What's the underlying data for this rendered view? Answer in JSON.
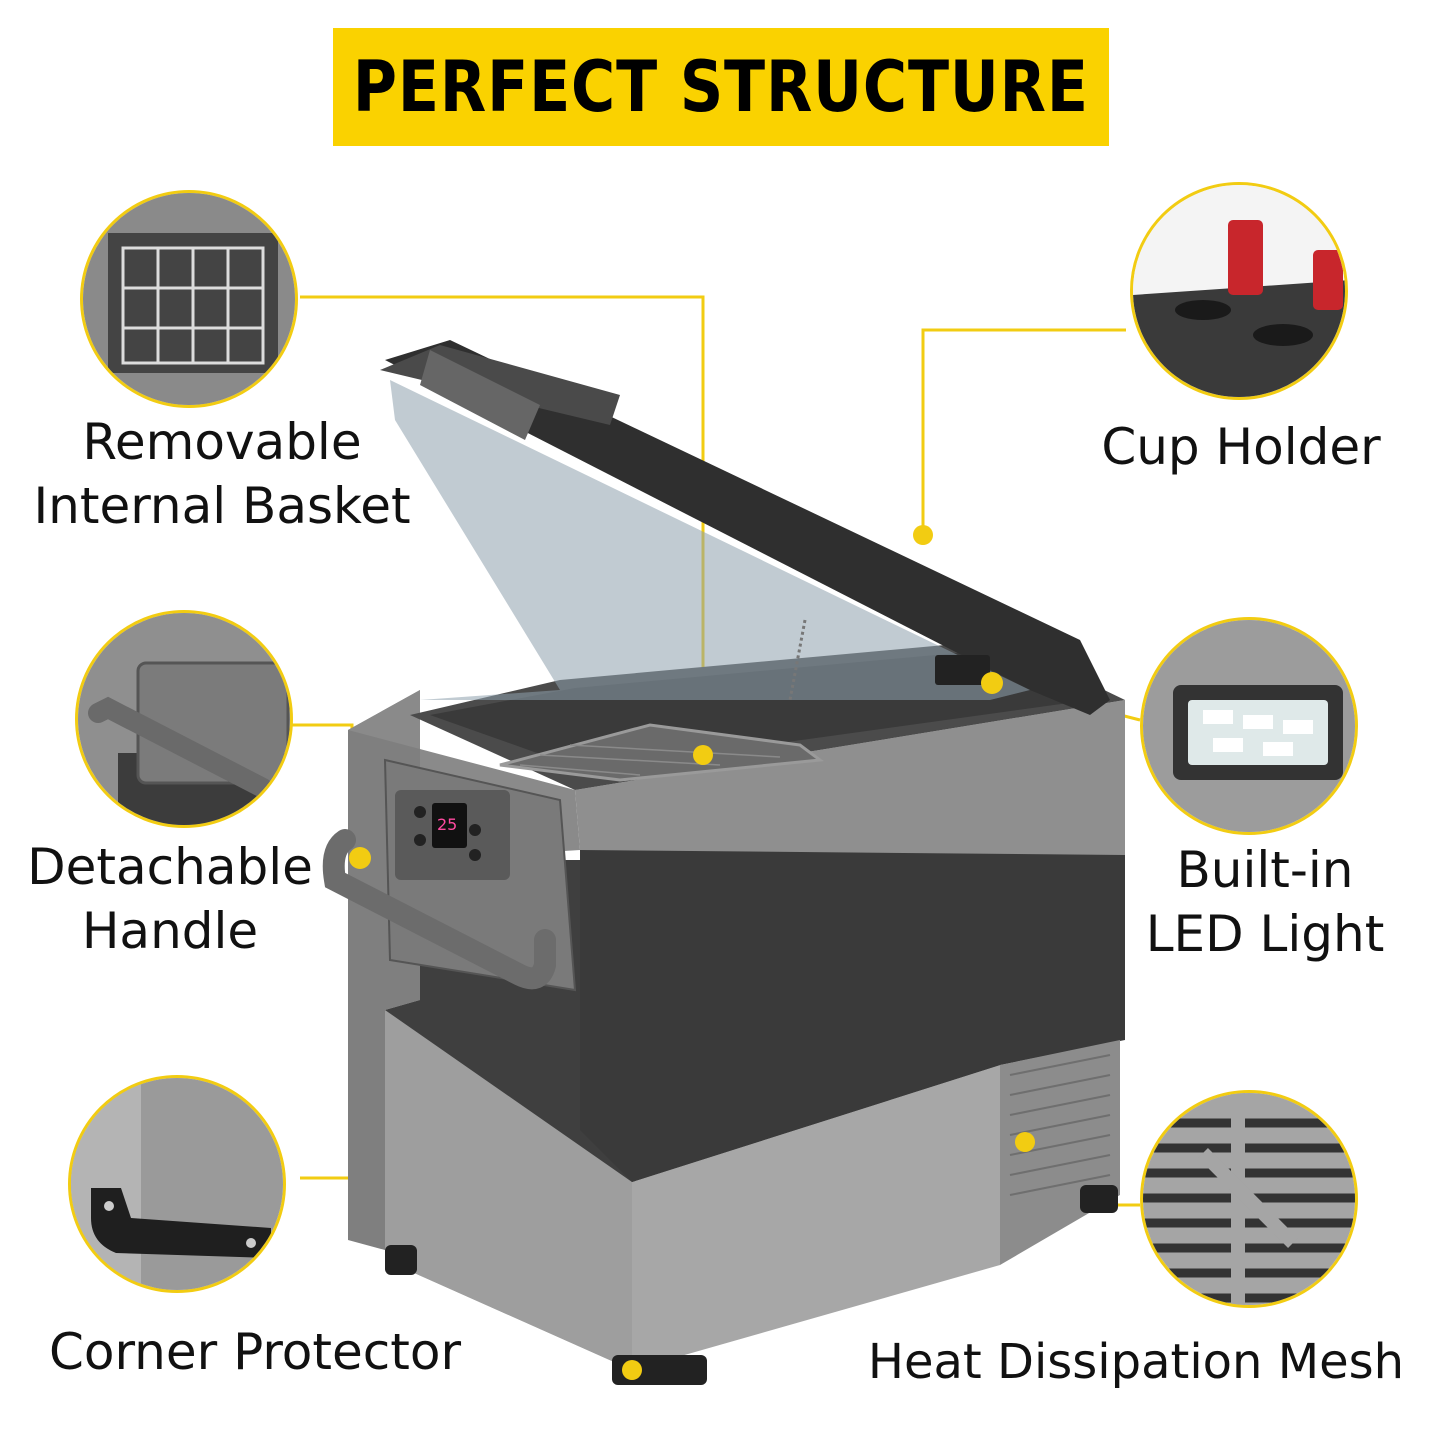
{
  "title": "PERFECT STRUCTURE",
  "colors": {
    "accent": "#fad200",
    "line": "#f2cc12",
    "body_light": "#909090",
    "body_dark": "#3b3b3b"
  },
  "callouts": {
    "basket": {
      "line1": "Removable",
      "line2": "Internal Basket"
    },
    "cup_holder": {
      "label": "Cup Holder"
    },
    "handle": {
      "line1": "Detachable",
      "line2": "Handle"
    },
    "led": {
      "line1": "Built-in",
      "line2": "LED Light"
    },
    "corner": {
      "label": "Corner Protector"
    },
    "mesh": {
      "label": "Heat Dissipation Mesh"
    }
  },
  "product": {
    "display_reading": "25"
  }
}
